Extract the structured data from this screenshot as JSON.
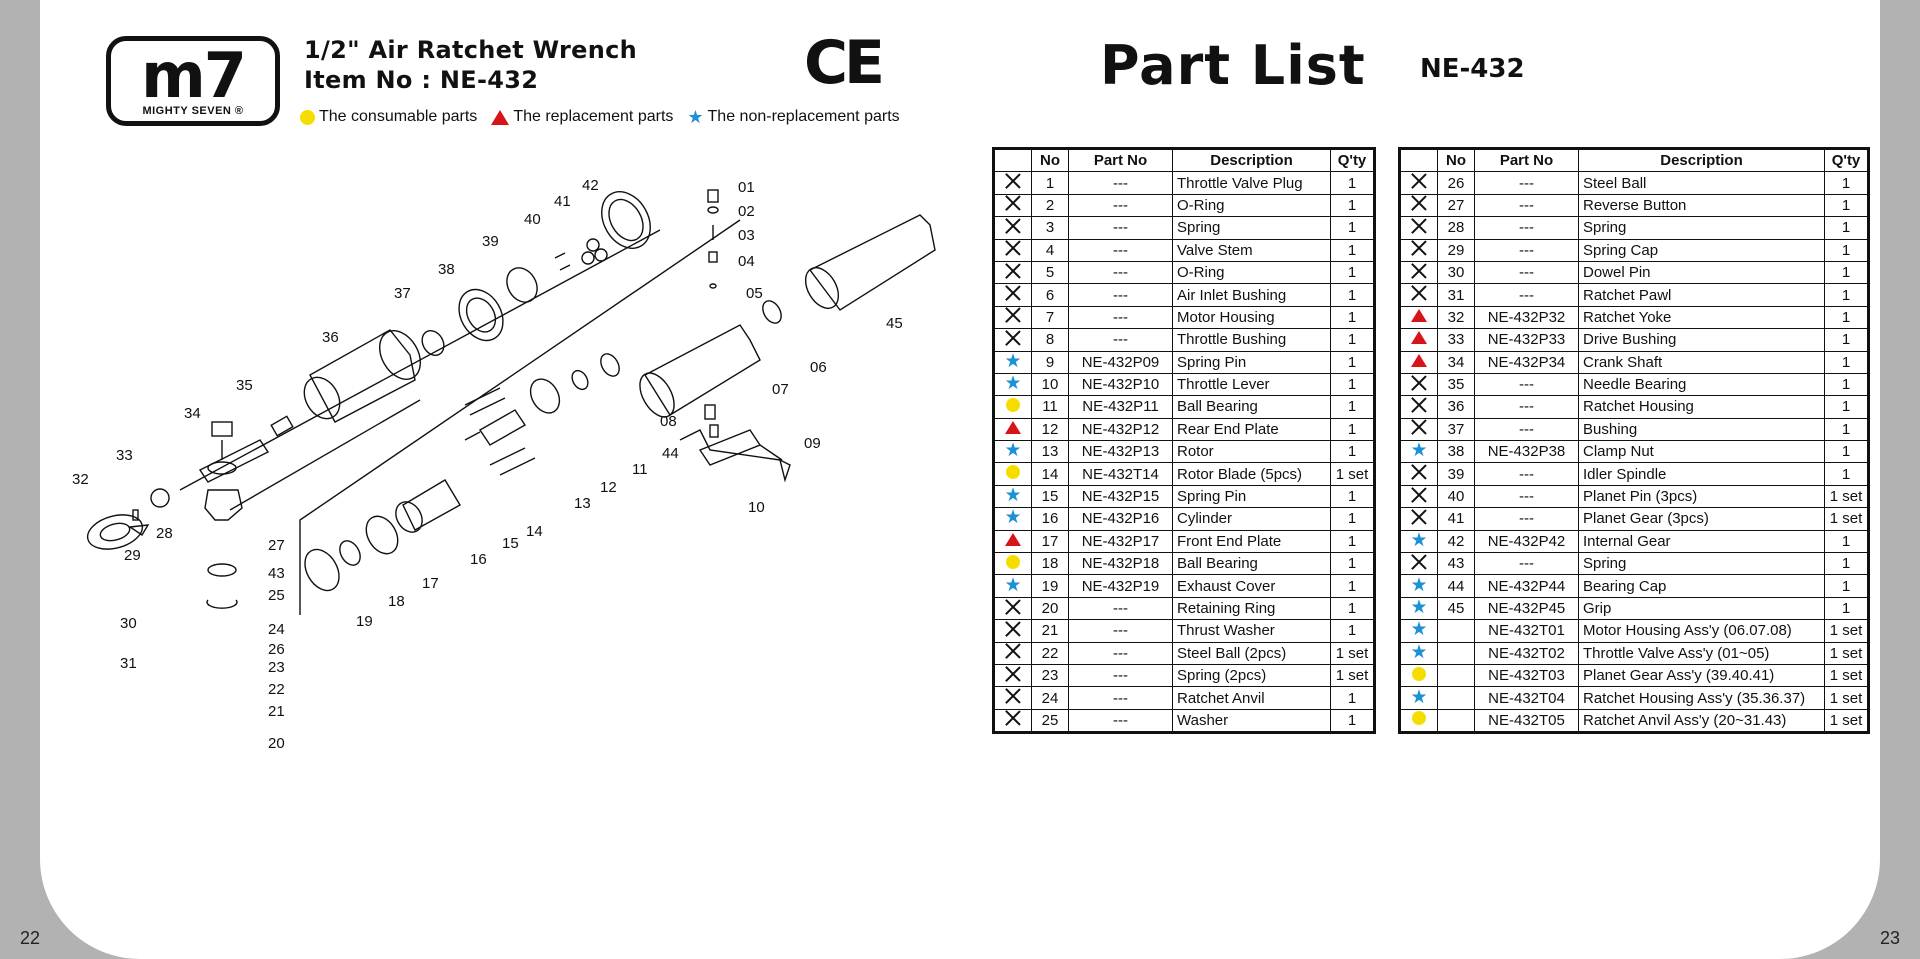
{
  "header": {
    "logo_text": "m7",
    "logo_sub": "MIGHTY SEVEN ®",
    "title_line1": "1/2\" Air Ratchet Wrench",
    "title_line2": "Item No : NE-432",
    "ce_mark": "CE"
  },
  "legend": {
    "consumable": "The consumable parts",
    "replacement": "The replacement parts",
    "non_replacement": "The non-replacement parts"
  },
  "part_list": {
    "title": "Part List",
    "model": "NE-432"
  },
  "columns": {
    "mark": "",
    "no": "No",
    "part_no": "Part No",
    "desc": "Description",
    "qty": "Q'ty"
  },
  "legend_colors": {
    "consumable": "#f7dc00",
    "replacement": "#d7141a",
    "non_replacement": "#1e90d6"
  },
  "parts_left": [
    {
      "mark": "x",
      "no": "1",
      "part_no": "---",
      "desc": "Throttle Valve Plug",
      "qty": "1"
    },
    {
      "mark": "x",
      "no": "2",
      "part_no": "---",
      "desc": "O-Ring",
      "qty": "1"
    },
    {
      "mark": "x",
      "no": "3",
      "part_no": "---",
      "desc": "Spring",
      "qty": "1"
    },
    {
      "mark": "x",
      "no": "4",
      "part_no": "---",
      "desc": "Valve Stem",
      "qty": "1"
    },
    {
      "mark": "x",
      "no": "5",
      "part_no": "---",
      "desc": "O-Ring",
      "qty": "1"
    },
    {
      "mark": "x",
      "no": "6",
      "part_no": "---",
      "desc": "Air Inlet Bushing",
      "qty": "1"
    },
    {
      "mark": "x",
      "no": "7",
      "part_no": "---",
      "desc": "Motor Housing",
      "qty": "1"
    },
    {
      "mark": "x",
      "no": "8",
      "part_no": "---",
      "desc": "Throttle Bushing",
      "qty": "1"
    },
    {
      "mark": "star",
      "no": "9",
      "part_no": "NE-432P09",
      "desc": "Spring Pin",
      "qty": "1"
    },
    {
      "mark": "star",
      "no": "10",
      "part_no": "NE-432P10",
      "desc": "Throttle Lever",
      "qty": "1"
    },
    {
      "mark": "dot",
      "no": "11",
      "part_no": "NE-432P11",
      "desc": "Ball Bearing",
      "qty": "1"
    },
    {
      "mark": "tri",
      "no": "12",
      "part_no": "NE-432P12",
      "desc": "Rear End Plate",
      "qty": "1"
    },
    {
      "mark": "star",
      "no": "13",
      "part_no": "NE-432P13",
      "desc": "Rotor",
      "qty": "1"
    },
    {
      "mark": "dot",
      "no": "14",
      "part_no": "NE-432T14",
      "desc": "Rotor Blade (5pcs)",
      "qty": "1 set"
    },
    {
      "mark": "star",
      "no": "15",
      "part_no": "NE-432P15",
      "desc": "Spring Pin",
      "qty": "1"
    },
    {
      "mark": "star",
      "no": "16",
      "part_no": "NE-432P16",
      "desc": "Cylinder",
      "qty": "1"
    },
    {
      "mark": "tri",
      "no": "17",
      "part_no": "NE-432P17",
      "desc": "Front End Plate",
      "qty": "1"
    },
    {
      "mark": "dot",
      "no": "18",
      "part_no": "NE-432P18",
      "desc": "Ball Bearing",
      "qty": "1"
    },
    {
      "mark": "star",
      "no": "19",
      "part_no": "NE-432P19",
      "desc": "Exhaust Cover",
      "qty": "1"
    },
    {
      "mark": "x",
      "no": "20",
      "part_no": "---",
      "desc": "Retaining Ring",
      "qty": "1"
    },
    {
      "mark": "x",
      "no": "21",
      "part_no": "---",
      "desc": "Thrust Washer",
      "qty": "1"
    },
    {
      "mark": "x",
      "no": "22",
      "part_no": "---",
      "desc": "Steel Ball (2pcs)",
      "qty": "1 set"
    },
    {
      "mark": "x",
      "no": "23",
      "part_no": "---",
      "desc": "Spring (2pcs)",
      "qty": "1 set"
    },
    {
      "mark": "x",
      "no": "24",
      "part_no": "---",
      "desc": "Ratchet Anvil",
      "qty": "1"
    },
    {
      "mark": "x",
      "no": "25",
      "part_no": "---",
      "desc": "Washer",
      "qty": "1"
    }
  ],
  "parts_right": [
    {
      "mark": "x",
      "no": "26",
      "part_no": "---",
      "desc": "Steel Ball",
      "qty": "1"
    },
    {
      "mark": "x",
      "no": "27",
      "part_no": "---",
      "desc": "Reverse Button",
      "qty": "1"
    },
    {
      "mark": "x",
      "no": "28",
      "part_no": "---",
      "desc": "Spring",
      "qty": "1"
    },
    {
      "mark": "x",
      "no": "29",
      "part_no": "---",
      "desc": "Spring Cap",
      "qty": "1"
    },
    {
      "mark": "x",
      "no": "30",
      "part_no": "---",
      "desc": "Dowel Pin",
      "qty": "1"
    },
    {
      "mark": "x",
      "no": "31",
      "part_no": "---",
      "desc": "Ratchet Pawl",
      "qty": "1"
    },
    {
      "mark": "tri",
      "no": "32",
      "part_no": "NE-432P32",
      "desc": "Ratchet Yoke",
      "qty": "1"
    },
    {
      "mark": "tri",
      "no": "33",
      "part_no": "NE-432P33",
      "desc": "Drive Bushing",
      "qty": "1"
    },
    {
      "mark": "tri",
      "no": "34",
      "part_no": "NE-432P34",
      "desc": "Crank Shaft",
      "qty": "1"
    },
    {
      "mark": "x",
      "no": "35",
      "part_no": "---",
      "desc": "Needle Bearing",
      "qty": "1"
    },
    {
      "mark": "x",
      "no": "36",
      "part_no": "---",
      "desc": "Ratchet Housing",
      "qty": "1"
    },
    {
      "mark": "x",
      "no": "37",
      "part_no": "---",
      "desc": "Bushing",
      "qty": "1"
    },
    {
      "mark": "star",
      "no": "38",
      "part_no": "NE-432P38",
      "desc": "Clamp Nut",
      "qty": "1"
    },
    {
      "mark": "x",
      "no": "39",
      "part_no": "---",
      "desc": "Idler Spindle",
      "qty": "1"
    },
    {
      "mark": "x",
      "no": "40",
      "part_no": "---",
      "desc": "Planet Pin (3pcs)",
      "qty": "1 set"
    },
    {
      "mark": "x",
      "no": "41",
      "part_no": "---",
      "desc": "Planet Gear (3pcs)",
      "qty": "1 set"
    },
    {
      "mark": "star",
      "no": "42",
      "part_no": "NE-432P42",
      "desc": "Internal Gear",
      "qty": "1"
    },
    {
      "mark": "x",
      "no": "43",
      "part_no": "---",
      "desc": "Spring",
      "qty": "1"
    },
    {
      "mark": "star",
      "no": "44",
      "part_no": "NE-432P44",
      "desc": "Bearing Cap",
      "qty": "1"
    },
    {
      "mark": "star",
      "no": "45",
      "part_no": "NE-432P45",
      "desc": "Grip",
      "qty": "1"
    },
    {
      "mark": "star",
      "no": "",
      "part_no": "NE-432T01",
      "desc": "Motor Housing Ass'y (06.07.08)",
      "qty": "1 set"
    },
    {
      "mark": "star",
      "no": "",
      "part_no": "NE-432T02",
      "desc": "Throttle Valve Ass'y (01~05)",
      "qty": "1 set"
    },
    {
      "mark": "dot",
      "no": "",
      "part_no": "NE-432T03",
      "desc": "Planet Gear Ass'y (39.40.41)",
      "qty": "1 set"
    },
    {
      "mark": "star",
      "no": "",
      "part_no": "NE-432T04",
      "desc": "Ratchet Housing Ass'y (35.36.37)",
      "qty": "1 set"
    },
    {
      "mark": "dot",
      "no": "",
      "part_no": "NE-432T05",
      "desc": "Ratchet Anvil Ass'y (20~31.43)",
      "qty": "1 set"
    }
  ],
  "diagram_labels": [
    "01",
    "02",
    "03",
    "04",
    "05",
    "06",
    "07",
    "08",
    "09",
    "10",
    "11",
    "12",
    "13",
    "14",
    "15",
    "16",
    "17",
    "18",
    "19",
    "20",
    "21",
    "22",
    "23",
    "24",
    "25",
    "26",
    "27",
    "28",
    "29",
    "30",
    "31",
    "32",
    "33",
    "34",
    "35",
    "36",
    "37",
    "38",
    "39",
    "40",
    "41",
    "42",
    "43",
    "44",
    "45"
  ],
  "page_numbers": {
    "left": "22",
    "right": "23"
  }
}
